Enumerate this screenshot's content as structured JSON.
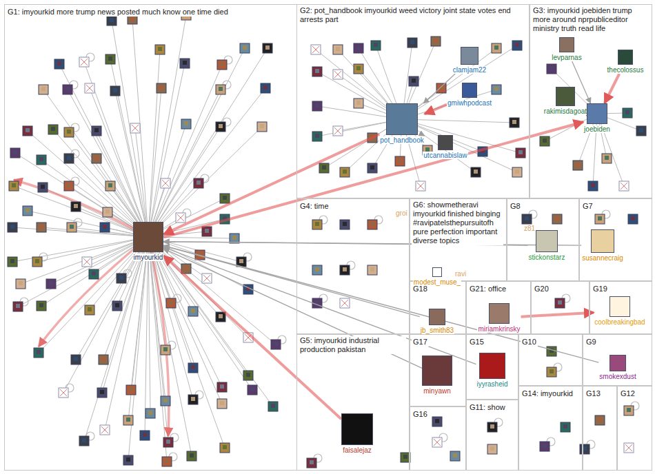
{
  "diagram": {
    "nodes": [
      {
        "text": [
          "G1: imyourkid more trump news posted much know one time died"
        ]
      },
      {
        "text": [
          "imyourkid"
        ],
        "in": 0
      },
      {
        "text": [
          "G2: pot_handbook imyourkid weed victory joint state votes end arrests part"
        ]
      },
      {
        "text": [
          "clamjam22"
        ],
        "in": 2
      },
      {
        "text": [
          "gmiwhpodcast"
        ],
        "in": 2
      },
      {
        "text": [
          "pot_handbook"
        ],
        "in": 2
      },
      {
        "text": [
          "utcannabislaw"
        ],
        "in": 2
      },
      {
        "text": [
          "G3: imyourkid joebiden trump more around nprpubliceditor ministry truth read life"
        ]
      },
      {
        "text": [
          "levparnas"
        ],
        "in": 7
      },
      {
        "text": [
          "thecolossus"
        ],
        "in": 7
      },
      {
        "text": [
          "rakimisdagoat"
        ],
        "in": 7
      },
      {
        "text": [
          "joebiden"
        ],
        "in": 7
      },
      {
        "text": [
          "G4: time"
        ]
      },
      {
        "text": [
          "G6: showmetheravi imyourkid finished binging #ravipatelsthepursuitofh pure perfection important diverse topics"
        ]
      },
      {
        "text": [
          "G8"
        ]
      },
      {
        "text": [
          "stickonstarz"
        ],
        "in": 14
      },
      {
        "text": [
          "G7"
        ]
      },
      {
        "text": [
          "susannecraig"
        ],
        "in": 16
      },
      {
        "text": [
          "G18"
        ]
      },
      {
        "text": [
          "modest_muse_"
        ],
        "in": 18
      },
      {
        "text": [
          "jb_smith83"
        ],
        "in": 18
      },
      {
        "text": [
          "G21: office"
        ]
      },
      {
        "text": [
          "miriamkrinsky"
        ],
        "in": 21
      },
      {
        "text": [
          "G20"
        ]
      },
      {
        "text": [
          "G19"
        ]
      },
      {
        "text": [
          "coolbreakingbad"
        ],
        "in": 24
      },
      {
        "text": [
          "G5: imyourkid industrial production pakistan"
        ]
      },
      {
        "text": [
          "faisalejaz"
        ],
        "in": 26
      },
      {
        "text": [
          "G17"
        ]
      },
      {
        "text": [
          "minyawn"
        ],
        "in": 28
      },
      {
        "text": [
          "G15"
        ]
      },
      {
        "text": [
          "iyyrasheid"
        ],
        "in": 30
      },
      {
        "text": [
          "G10"
        ]
      },
      {
        "text": [
          "G9"
        ]
      },
      {
        "text": [
          "smokexdust"
        ],
        "in": 33
      },
      {
        "text": [
          "G16"
        ]
      },
      {
        "text": [
          "G11: show"
        ]
      },
      {
        "text": [
          "G14: imyourkid"
        ]
      },
      {
        "text": [
          "G13"
        ]
      },
      {
        "text": [
          "G12"
        ]
      }
    ],
    "edges": [
      {
        "from": 5,
        "to": 1,
        "arrow": "to"
      },
      {
        "from": 1,
        "to": 11,
        "arrow": "to"
      },
      {
        "from": 3,
        "to": 5,
        "arrow": "to"
      },
      {
        "from": 4,
        "to": 5,
        "arrow": "to"
      },
      {
        "from": 6,
        "to": 5,
        "arrow": "to"
      },
      {
        "from": 9,
        "to": 11,
        "arrow": "to"
      },
      {
        "from": 10,
        "to": 11,
        "arrow": "to"
      },
      {
        "from": 8,
        "to": 11,
        "arrow": "to"
      },
      {
        "from": 27,
        "to": 1,
        "arrow": "to"
      },
      {
        "from": 15,
        "to": 1,
        "arrow": "to"
      },
      {
        "from": 17,
        "to": 1,
        "arrow": "to"
      },
      {
        "from": 22,
        "to": 25,
        "arrow": "to"
      },
      {
        "from": 29,
        "to": 1,
        "arrow": "to"
      },
      {
        "from": 31,
        "to": 1,
        "arrow": "to"
      },
      {
        "from": 20,
        "to": 1,
        "arrow": "to"
      },
      {
        "from": 34,
        "to": 1,
        "arrow": "to"
      }
    ],
    "labels": [
      "groi",
      "ravi",
      "z81"
    ]
  }
}
